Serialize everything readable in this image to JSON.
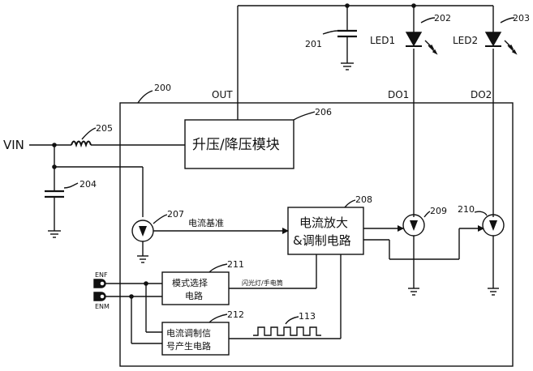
{
  "labels": {
    "vin": "VIN",
    "out": "OUT",
    "do1": "DO1",
    "do2": "DO2",
    "led1": "LED1",
    "led2": "LED2",
    "enf": "ENF",
    "enm": "ENM",
    "current_ref": "电流基准",
    "mode_signal": "闪光灯/手电筒"
  },
  "refs": {
    "chip": "200",
    "cap_out": "201",
    "led1": "202",
    "led2": "203",
    "cap_in": "204",
    "inductor": "205",
    "boost": "206",
    "ref_src": "207",
    "amp": "208",
    "cs1": "209",
    "cs2": "210",
    "mode": "211",
    "pwm": "212",
    "wave": "113"
  },
  "blocks": {
    "boost": "升压/降压模块",
    "amp_line1": "电流放大",
    "amp_line2": "&调制电路",
    "mode_line1": "模式选择",
    "mode_line2": "电路",
    "pwm_line1": "电流调制信",
    "pwm_line2": "号产生电路"
  }
}
